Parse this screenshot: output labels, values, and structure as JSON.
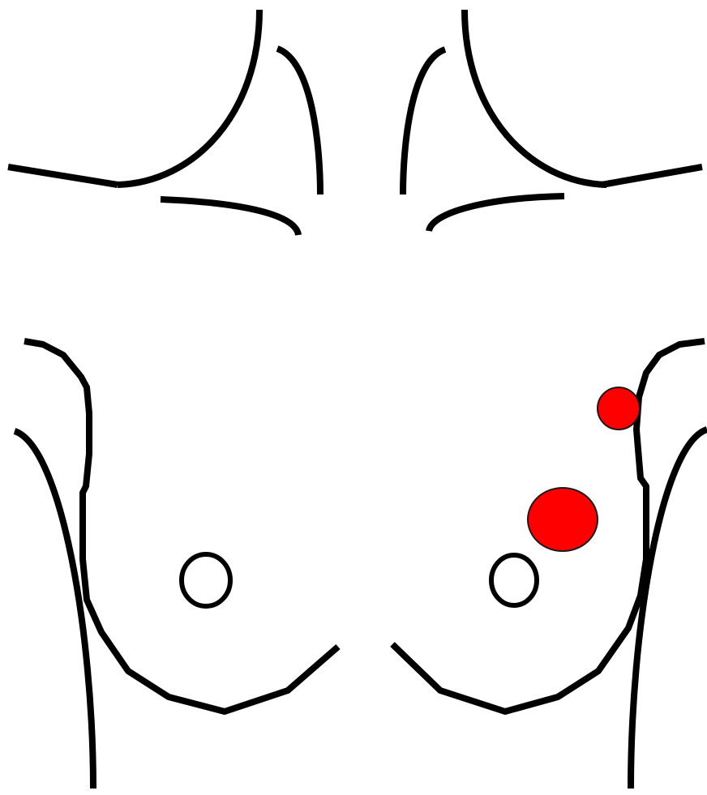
{
  "colors": {
    "background": "#ffffff",
    "outline": "#000000",
    "marker_fill": "#ff0000",
    "marker_stroke": "#1a1a1a"
  },
  "markers": [
    {
      "id": "axillary-lesion",
      "shape": "circle"
    },
    {
      "id": "breast-lesion",
      "shape": "ellipse"
    }
  ]
}
